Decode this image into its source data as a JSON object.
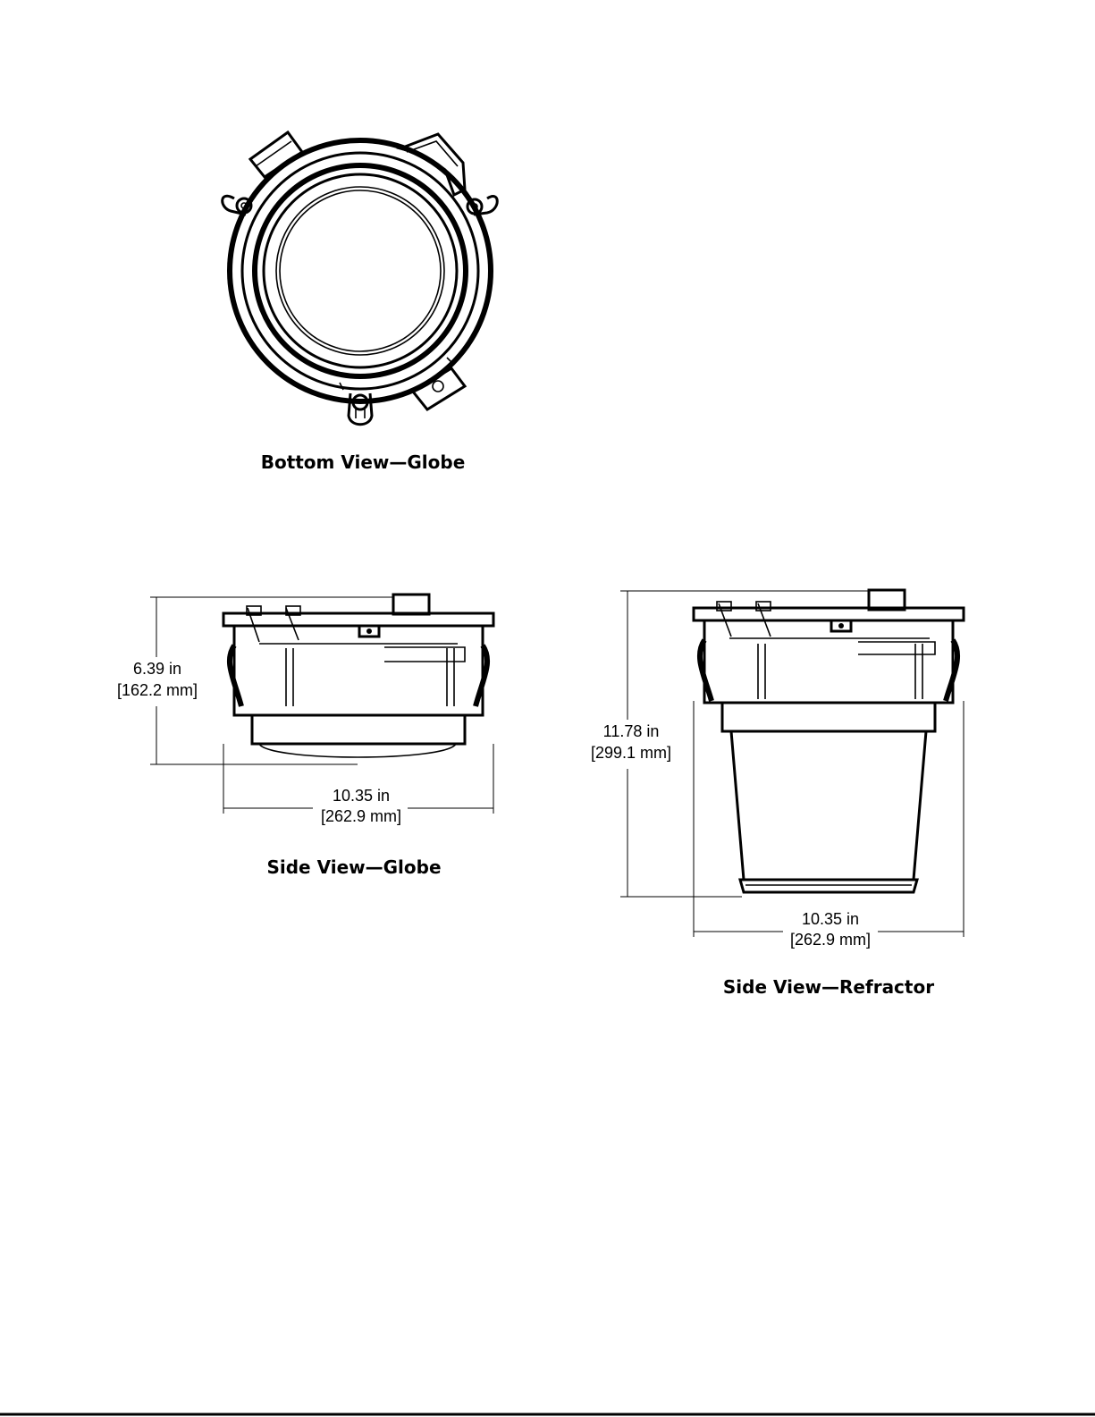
{
  "views": {
    "bottom_globe": {
      "caption": "Bottom View—Globe"
    },
    "side_globe": {
      "caption": "Side View—Globe",
      "height_in": "6.39 in",
      "height_mm": "[162.2 mm]",
      "width_in": "10.35 in",
      "width_mm": "[262.9 mm]"
    },
    "side_refractor": {
      "caption": "Side View—Refractor",
      "height_in": "11.78 in",
      "height_mm": "[299.1 mm]",
      "width_in": "10.35 in",
      "width_mm": "[262.9 mm]"
    }
  },
  "colors": {
    "line": "#000000",
    "background": "#ffffff"
  }
}
